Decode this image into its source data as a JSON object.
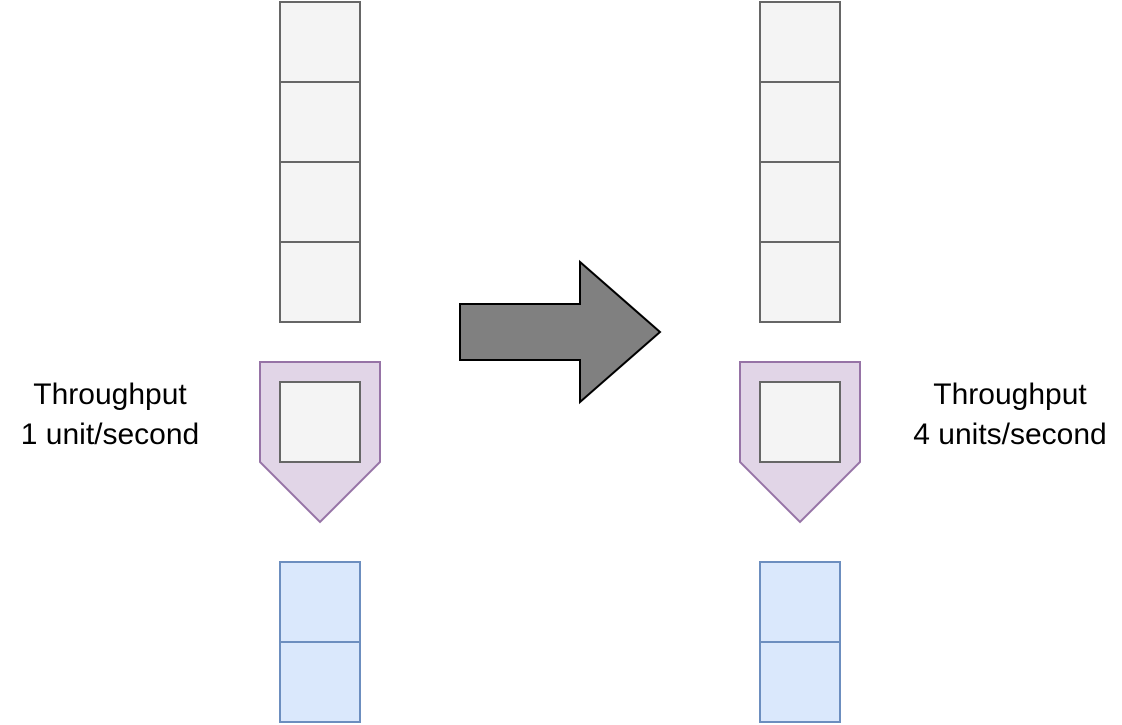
{
  "colors": {
    "queue_fill": "#f4f4f4",
    "queue_stroke": "#666666",
    "processor_fill": "#e1d5e7",
    "processor_stroke": "#9673a6",
    "output_fill": "#dae8fc",
    "output_stroke": "#6c8ebf",
    "arrow_fill": "#808080",
    "arrow_stroke": "#000000"
  },
  "left": {
    "title": "Throughput",
    "rate": "1 unit/second",
    "queued_units": 4,
    "processing_units": 1,
    "output_units": 2
  },
  "right": {
    "title": "Throughput",
    "rate": "4 units/second",
    "queued_units": 4,
    "processing_units": 1,
    "output_units": 2
  },
  "transition_icon": "right-arrow-icon"
}
